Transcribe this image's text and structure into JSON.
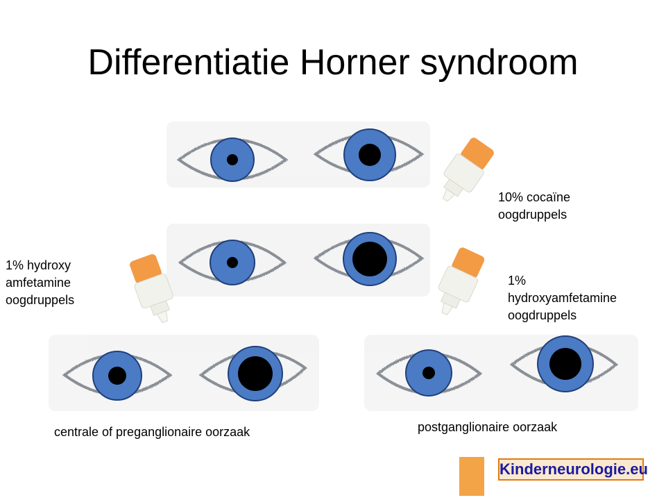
{
  "title": "Differentiatie Horner syndroom",
  "labels": {
    "cocaine": [
      "10% cocaïne",
      "oogdruppels"
    ],
    "hydroxy_left": [
      "1% hydroxy",
      "amfetamine",
      "oogdruppels"
    ],
    "hydroxy_right": [
      "1%",
      "hydroxyamfetamine",
      "oogdruppels"
    ],
    "central": "centrale of preganglionaire oorzaak",
    "postganglionic": "postganglionaire oorzaak"
  },
  "logo": {
    "text": "Kinderneurologie.eu"
  },
  "colors": {
    "iris": "#4a7bc4",
    "iris_edge": "#1f3f7a",
    "pupil": "#000000",
    "bottle_cap": "#f39a45",
    "bottle_body": "#f2f2ec",
    "logo_text": "#1a1aa0",
    "logo_border": "#e07a10"
  }
}
